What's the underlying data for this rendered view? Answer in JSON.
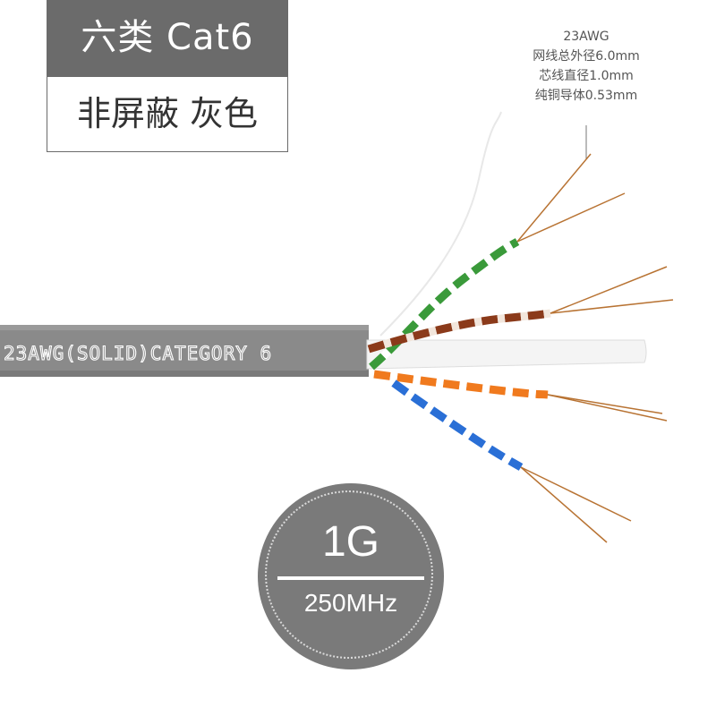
{
  "product": {
    "title_top": "六类 Cat6",
    "title_bottom": "非屏蔽 灰色"
  },
  "specs": [
    "23AWG",
    "网线总外径6.0mm",
    "芯线直径1.0mm",
    "纯铜导体0.53mm"
  ],
  "cable": {
    "jacket_print": "23AWG(SOLID)CATEGORY 6",
    "jacket_color": "#8a8a8a",
    "pair_colors": [
      "#3a9a3a",
      "#8b3a1a",
      "#f07a1e",
      "#2a6fd6"
    ],
    "copper_color": "#b87333"
  },
  "badge": {
    "speed": "1G",
    "frequency": "250MHz"
  }
}
